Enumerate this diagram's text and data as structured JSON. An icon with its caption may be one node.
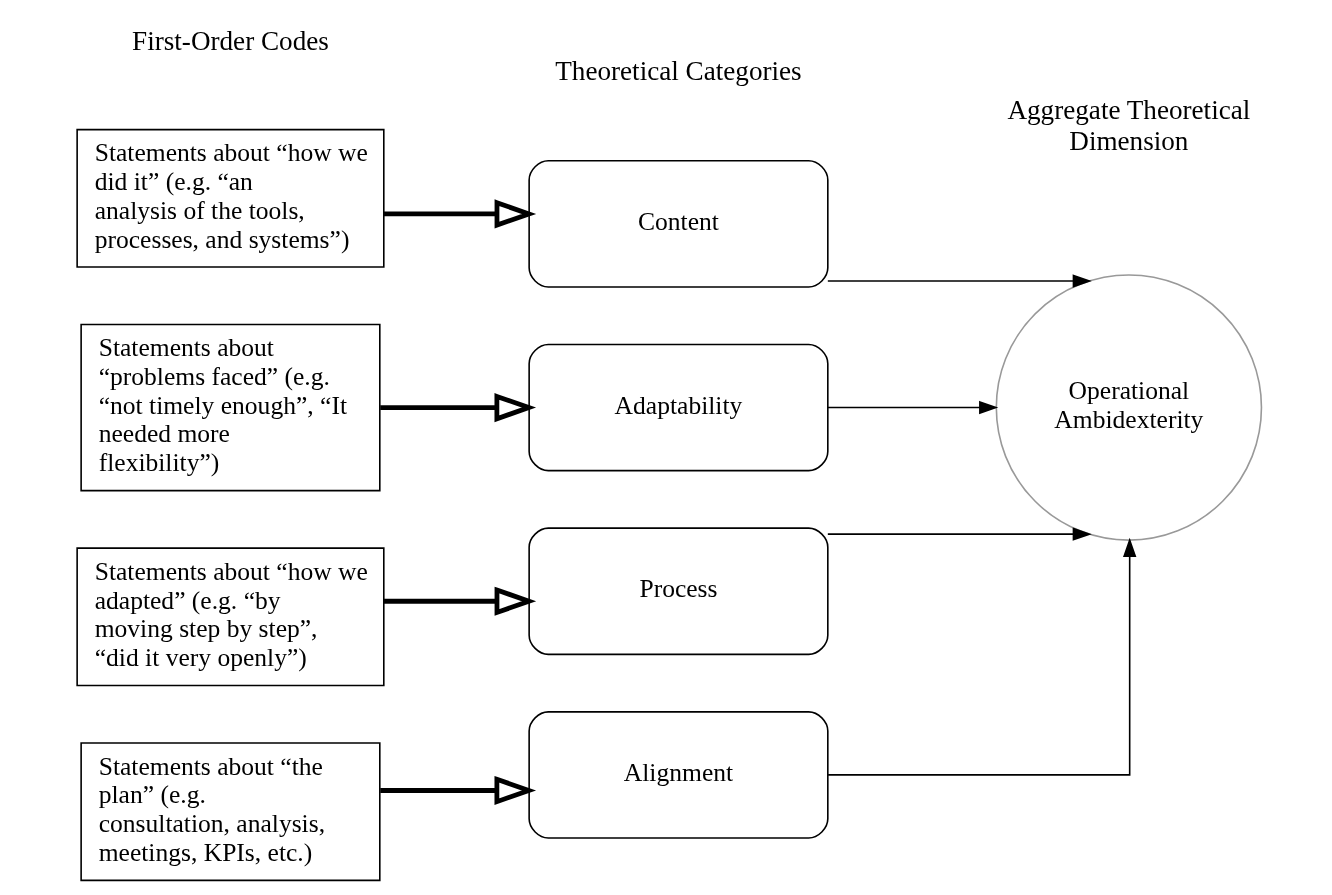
{
  "diagram": {
    "nodes": [
      {
        "text": [
          "Statements about “the plan” (e.g. consultation, analysis, meetings, KPIs, etc.)"
        ]
      },
      {
        "text": [
          "Statements about “how we did it” (e.g. “an analysis of the tools, processes, and systems”)"
        ]
      },
      {
        "text": [
          "Statements about “problems faced” (e.g. “not timely enough”, “It needed more flexibility”)"
        ]
      },
      {
        "text": [
          "Statements about “how we adapted” (e.g. “by moving step by step”, “did it very openly”)"
        ]
      },
      {
        "text": [
          "Alignment"
        ]
      },
      {
        "text": [
          "Content"
        ]
      },
      {
        "text": [
          "Adaptability"
        ]
      },
      {
        "text": [
          "Process"
        ]
      },
      {
        "text": [
          "Operational Ambidexterity"
        ]
      }
    ],
    "edges": [
      {
        "from": 0,
        "to": 4,
        "arrow": "to",
        "style": "thick"
      },
      {
        "from": 1,
        "to": 5,
        "arrow": "to",
        "style": "thick"
      },
      {
        "from": 2,
        "to": 6,
        "arrow": "to",
        "style": "thick"
      },
      {
        "from": 3,
        "to": 7,
        "arrow": "to",
        "style": "thick"
      },
      {
        "from": 4,
        "to": 8,
        "arrow": "to"
      },
      {
        "from": 5,
        "to": 8,
        "arrow": "to"
      },
      {
        "from": 6,
        "to": 8,
        "arrow": "to"
      },
      {
        "from": 7,
        "to": 8,
        "arrow": "to"
      }
    ],
    "labels": [
      "First-Order Codes",
      "Theoretical Categories",
      "Aggregate Theoretical Dimension"
    ]
  }
}
